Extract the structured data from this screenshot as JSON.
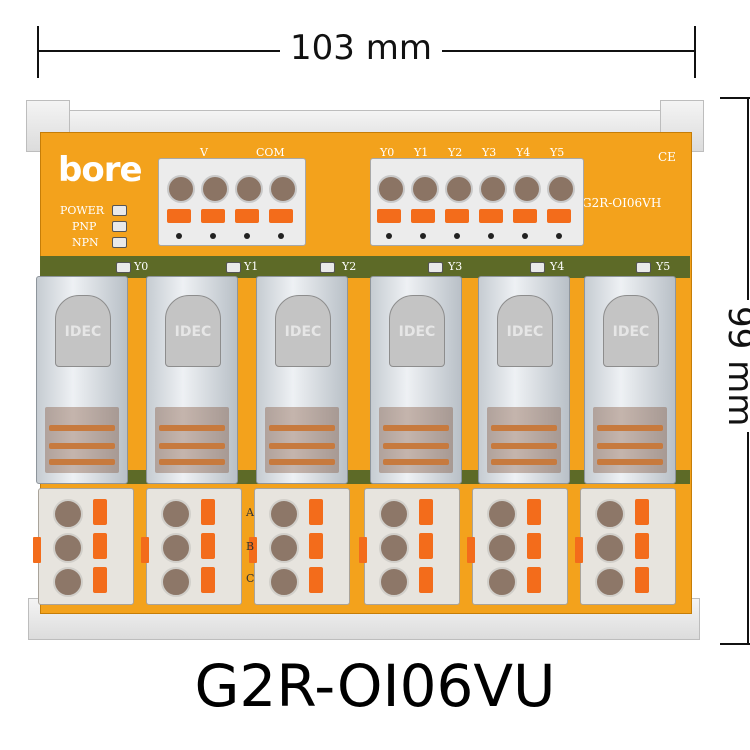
{
  "dimensions": {
    "width_label": "103 mm",
    "height_label": "99 mm"
  },
  "board": {
    "brand": "bore",
    "model_on_board": "G2R-OI06VH",
    "ce_mark": "CE",
    "indicators": [
      "POWER",
      "PNP",
      "NPN"
    ],
    "power_terminal_labels": [
      "V",
      "COM"
    ],
    "output_terminal_labels": [
      "Y0",
      "Y1",
      "Y2",
      "Y3",
      "Y4",
      "Y5"
    ],
    "relay_labels": [
      "Y0",
      "Y1",
      "Y2",
      "Y3",
      "Y4",
      "Y5"
    ],
    "relay_top_text": "IDEC",
    "channel_labels": [
      "A",
      "B",
      "C"
    ]
  },
  "product_title": "G2R-OI06VU",
  "colors": {
    "pcb": "#f3a21c",
    "lever": "#f36c1b",
    "trace": "#5d6a27"
  }
}
